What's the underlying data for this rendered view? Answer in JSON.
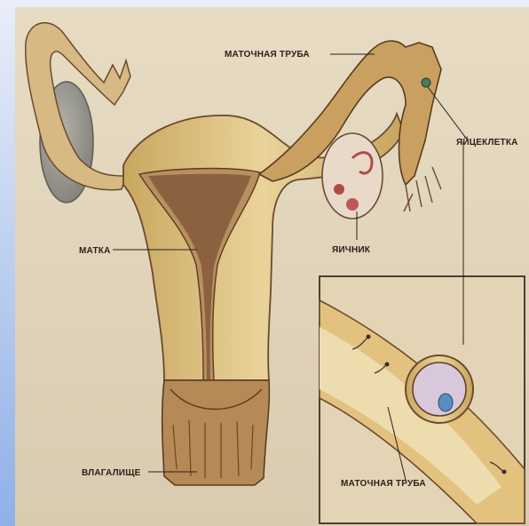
{
  "labels": {
    "fallopian_tube": "МАТОЧНАЯ ТРУБА",
    "egg_cell": "ЯЙЦЕКЛЕТКА",
    "ovary": "ЯИЧНИК",
    "uterus": "МАТКА",
    "vagina": "ВЛАГАЛИЩЕ",
    "inset_tube": "МАТОЧНАЯ ТРУБА"
  },
  "colors": {
    "paper": "#dfd3b8",
    "tissue": "#e2c98c",
    "tissue_dark": "#c9a862",
    "lining": "#8c6140",
    "ovary": "#9d9d94",
    "egg": "#d9c7dc"
  }
}
